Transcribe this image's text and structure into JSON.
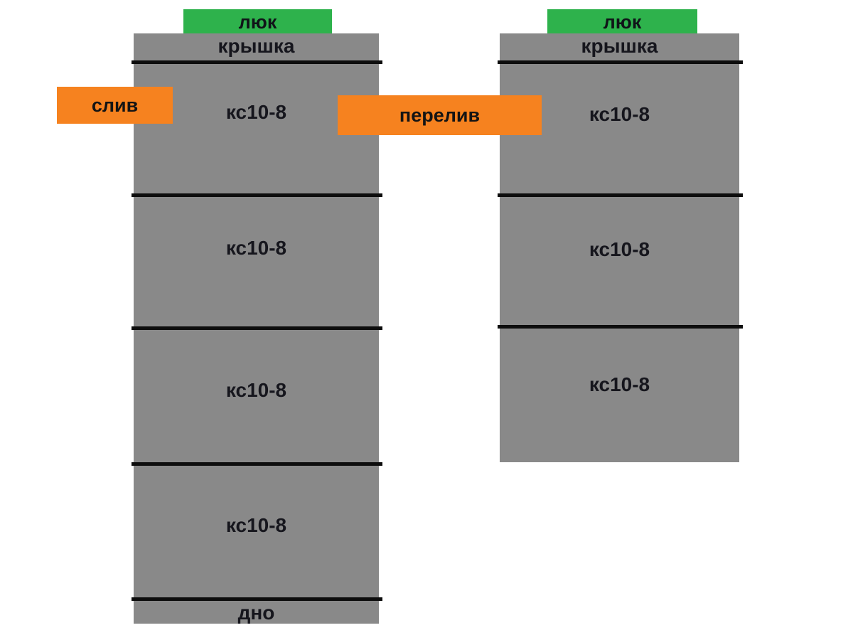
{
  "colors": {
    "hatch_green": "#2eb24c",
    "pipe_orange": "#f6821f",
    "ring_gray": "#898989",
    "joint_black": "#0d0d0d",
    "text_dark": "#16161d"
  },
  "left_well": {
    "hatch_label": "люк",
    "cover_label": "крышка",
    "rings": [
      {
        "label": "кс10-8"
      },
      {
        "label": "кс10-8"
      },
      {
        "label": "кс10-8"
      },
      {
        "label": "кс10-8"
      }
    ],
    "bottom_label": "дно"
  },
  "right_well": {
    "hatch_label": "люк",
    "cover_label": "крышка",
    "rings": [
      {
        "label": "кс10-8"
      },
      {
        "label": "кс10-8"
      },
      {
        "label": "кс10-8"
      }
    ]
  },
  "pipe_labels": {
    "drain": "слив",
    "overflow": "перелив"
  }
}
